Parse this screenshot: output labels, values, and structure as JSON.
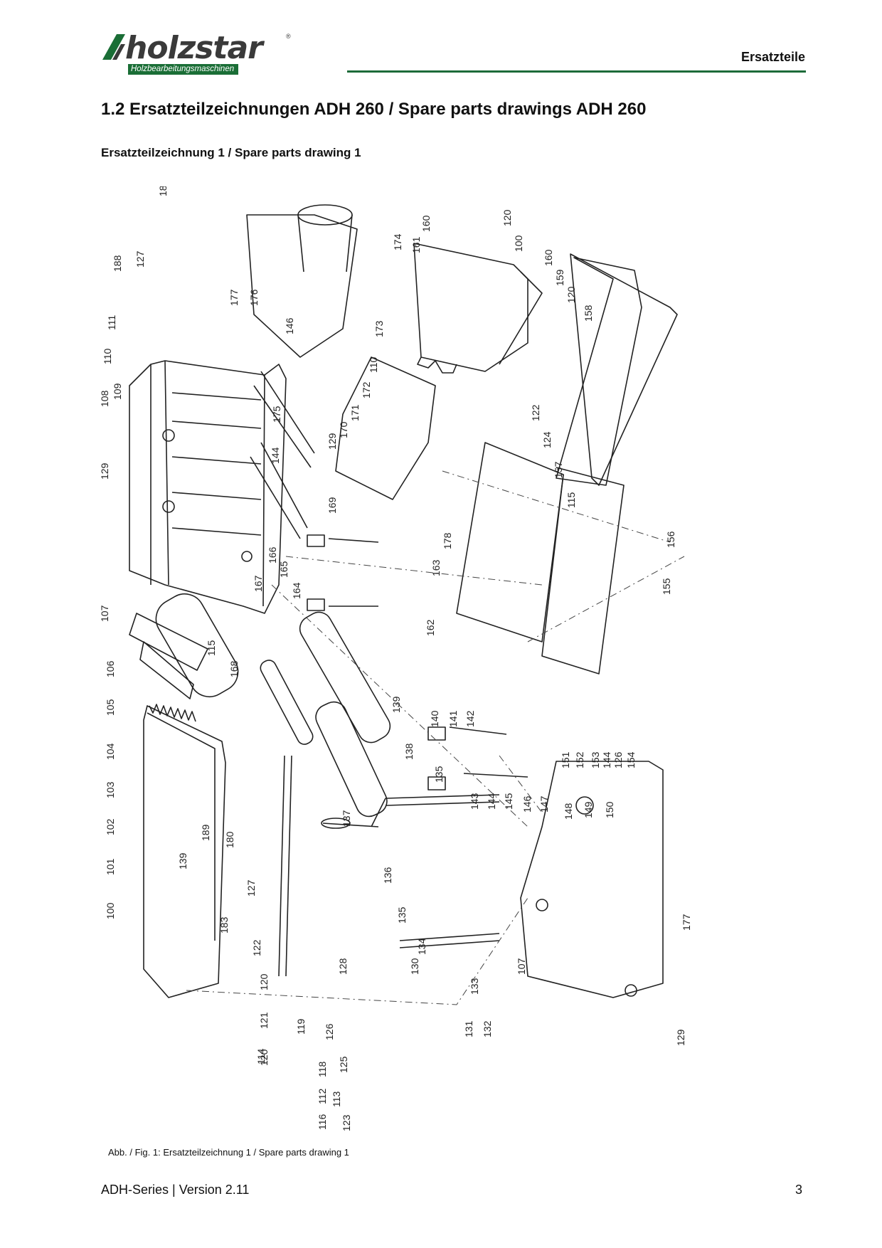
{
  "header": {
    "logo_text": "holzstar",
    "logo_reg": "®",
    "logo_subtitle": "Holzbearbeitungsmaschinen",
    "section_label": "Ersatzteile",
    "accent_color": "#1d6b3a"
  },
  "title": "1.2   Ersatzteilzeichnungen ADH 260 / Spare parts drawings ADH 260",
  "subtitle": "Ersatzteilzeichnung 1 / Spare parts drawing 1",
  "drawing": {
    "part_numbers": [
      "100",
      "101",
      "102",
      "103",
      "104",
      "105",
      "106",
      "107",
      "108",
      "109",
      "110",
      "111",
      "112",
      "113",
      "114",
      "115",
      "116",
      "118",
      "119",
      "120",
      "121",
      "122",
      "123",
      "124",
      "125",
      "126",
      "127",
      "128",
      "129",
      "130",
      "131",
      "132",
      "133",
      "134",
      "135",
      "136",
      "137",
      "138",
      "139",
      "140",
      "141",
      "142",
      "143",
      "144",
      "145",
      "146",
      "147",
      "148",
      "149",
      "150",
      "151",
      "152",
      "153",
      "154",
      "155",
      "156",
      "157",
      "158",
      "159",
      "160",
      "161",
      "162",
      "163",
      "164",
      "165",
      "166",
      "167",
      "168",
      "169",
      "170",
      "171",
      "172",
      "173",
      "174",
      "175",
      "176",
      "177",
      "178",
      "180",
      "183",
      "188",
      "189"
    ]
  },
  "caption": "Abb. / Fig. 1: Ersatzteilzeichnung 1 / Spare parts drawing 1",
  "footer": {
    "left": "ADH-Series | Version 2.11",
    "page_number": "3"
  }
}
